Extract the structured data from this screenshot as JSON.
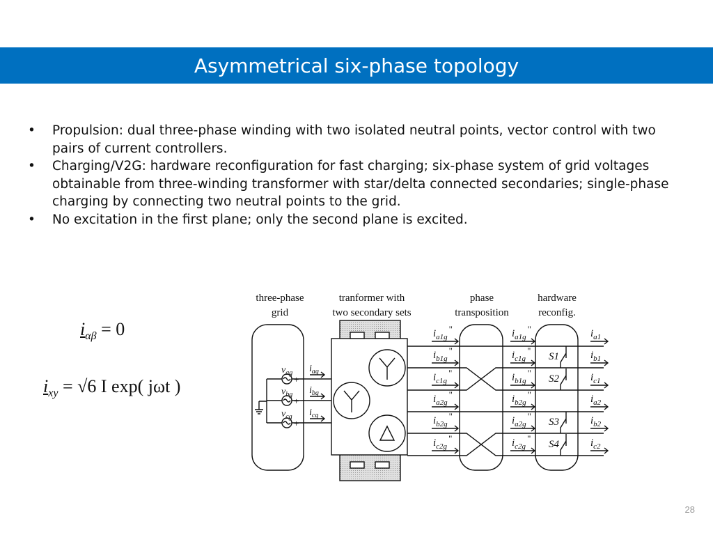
{
  "title": "Asymmetrical six-phase topology",
  "bullets": [
    "Propulsion: dual three-phase winding with two isolated neutral points, vector control with two pairs of current controllers.",
    "Charging/V2G: hardware reconfiguration for fast charging; six-phase system of grid voltages obtainable from three-winding transformer with star/delta connected secondaries; single-phase charging by connecting two neutral points to the grid.",
    "No excitation in the first plane; only the second plane is excited."
  ],
  "equations": {
    "eq1": {
      "var": "i",
      "sub": "αβ",
      "rhs": "= 0"
    },
    "eq2": {
      "var": "i",
      "sub": "xy",
      "rhs": "= √6 I exp( jωt )"
    }
  },
  "diagram": {
    "headers": {
      "grid1": "three-phase",
      "grid2": "grid",
      "tr1": "tranformer with",
      "tr2": "two secondary sets",
      "ph1": "phase",
      "ph2": "transposition",
      "hw1": "hardware",
      "hw2": "reconfig."
    },
    "sources": [
      {
        "v": "v",
        "sub": "ag",
        "i": "i",
        "isub": "ag"
      },
      {
        "v": "v",
        "sub": "bg",
        "i": "i",
        "isub": "bg"
      },
      {
        "v": "v",
        "sub": "cg",
        "i": "i",
        "isub": "cg"
      }
    ],
    "col1": [
      "a1g",
      "b1g",
      "c1g",
      "a2g",
      "b2g",
      "c2g"
    ],
    "col2": [
      "a1g",
      "c1g",
      "b1g",
      "b2g",
      "a2g",
      "c2g"
    ],
    "col3": [
      "a1",
      "b1",
      "c1",
      "a2",
      "b2",
      "c2"
    ],
    "switches": [
      "S1",
      "S2",
      "S3",
      "S4"
    ],
    "prime": "\""
  },
  "page_number": "28"
}
